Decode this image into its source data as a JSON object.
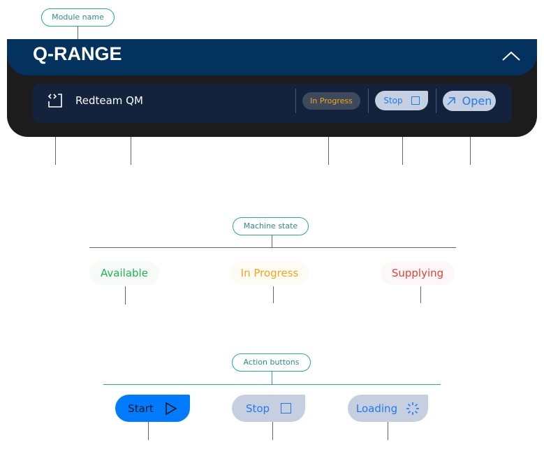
{
  "tags": {
    "module_name": "Module name",
    "machine_state": "Machine state",
    "action_buttons": "Action buttons"
  },
  "module": {
    "title": "Q-RANGE",
    "collapse_icon": "chevron-up-icon",
    "machine_icon": "code-window-icon",
    "machine_name": "Redteam QM",
    "status": "In Progress",
    "stop_label": "Stop",
    "open_label": "Open"
  },
  "states": [
    {
      "label": "Available",
      "color": "#22b35a"
    },
    {
      "label": "In Progress",
      "color": "#f0a81c"
    },
    {
      "label": "Supplying",
      "color": "#e5403a"
    }
  ],
  "actions": {
    "start": "Start",
    "stop": "Stop",
    "loading": "Loading"
  },
  "colors": {
    "accent": "#007bff",
    "header": "#03325f",
    "teal": "#2aa79b"
  }
}
